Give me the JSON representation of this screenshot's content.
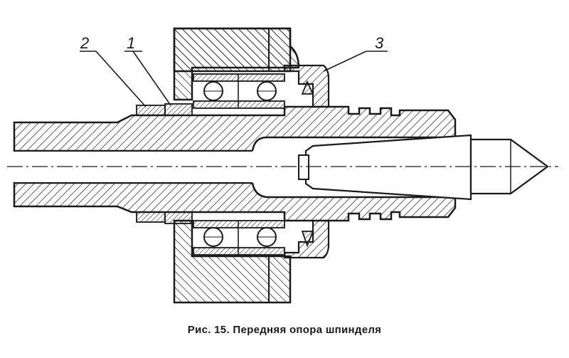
{
  "callouts": [
    {
      "id": "1",
      "label": "1"
    },
    {
      "id": "2",
      "label": "2"
    },
    {
      "id": "3",
      "label": "3"
    }
  ],
  "caption": "Рис. 15. Передняя опора шпинделя",
  "colors": {
    "ink": "#1a1a1a",
    "paper": "#ffffff"
  }
}
